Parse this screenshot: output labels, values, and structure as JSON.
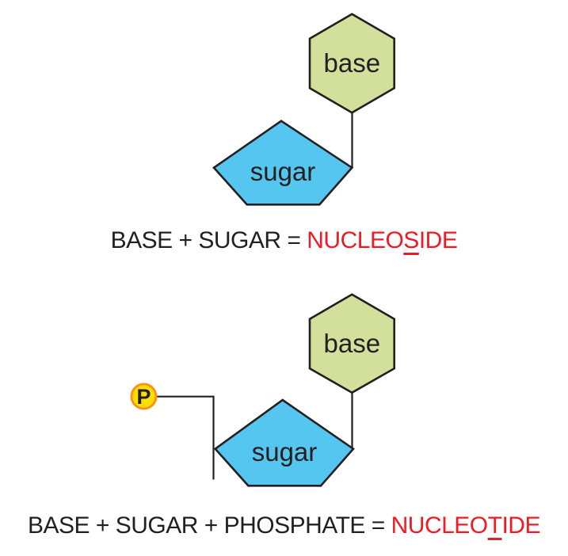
{
  "colors": {
    "background": "#ffffff",
    "outline": "#231f20",
    "base_fill": "#d2e09c",
    "sugar_fill": "#55c6ef",
    "phosphate_fill": "#ffdf00",
    "phosphate_stroke": "#f7941d",
    "text": "#231f20",
    "highlight": "#ed1c24"
  },
  "nucleoside_figure": {
    "base_label": "base",
    "sugar_label": "sugar"
  },
  "nucleotide_figure": {
    "base_label": "base",
    "sugar_label": "sugar",
    "phosphate_label": "P"
  },
  "equations": {
    "nucleoside": {
      "lhs": "BASE + SUGAR = ",
      "rhs_pre": "NUCLEO",
      "rhs_underlined": "S",
      "rhs_post": "IDE"
    },
    "nucleotide": {
      "lhs": "BASE + SUGAR + PHOSPHATE = ",
      "rhs_pre": "NUCLEO",
      "rhs_underlined": "T",
      "rhs_post": "IDE"
    }
  }
}
